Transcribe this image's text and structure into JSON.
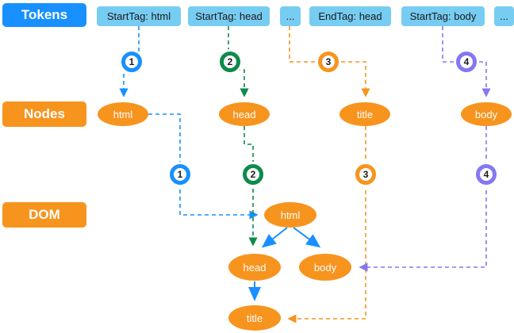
{
  "rows": {
    "tokens": {
      "label": "Tokens"
    },
    "nodes": {
      "label": "Nodes"
    },
    "dom": {
      "label": "DOM"
    }
  },
  "tokens": [
    {
      "label": "StartTag: html"
    },
    {
      "label": "StartTag: head"
    },
    {
      "label": "..."
    },
    {
      "label": "EndTag: head"
    },
    {
      "label": "StartTag: body"
    },
    {
      "label": "..."
    }
  ],
  "steps": [
    {
      "num": "1"
    },
    {
      "num": "2"
    },
    {
      "num": "3"
    },
    {
      "num": "4"
    }
  ],
  "nodes": [
    {
      "label": "html"
    },
    {
      "label": "head"
    },
    {
      "label": "title"
    },
    {
      "label": "body"
    }
  ],
  "dom": {
    "root": "html",
    "left_child": "head",
    "right_child": "body",
    "leaf": "title"
  },
  "colors": {
    "blue": "#1890ff",
    "light_blue": "#77ccf2",
    "orange": "#f7941e",
    "green": "#0e8a4b",
    "purple": "#8478f2"
  }
}
